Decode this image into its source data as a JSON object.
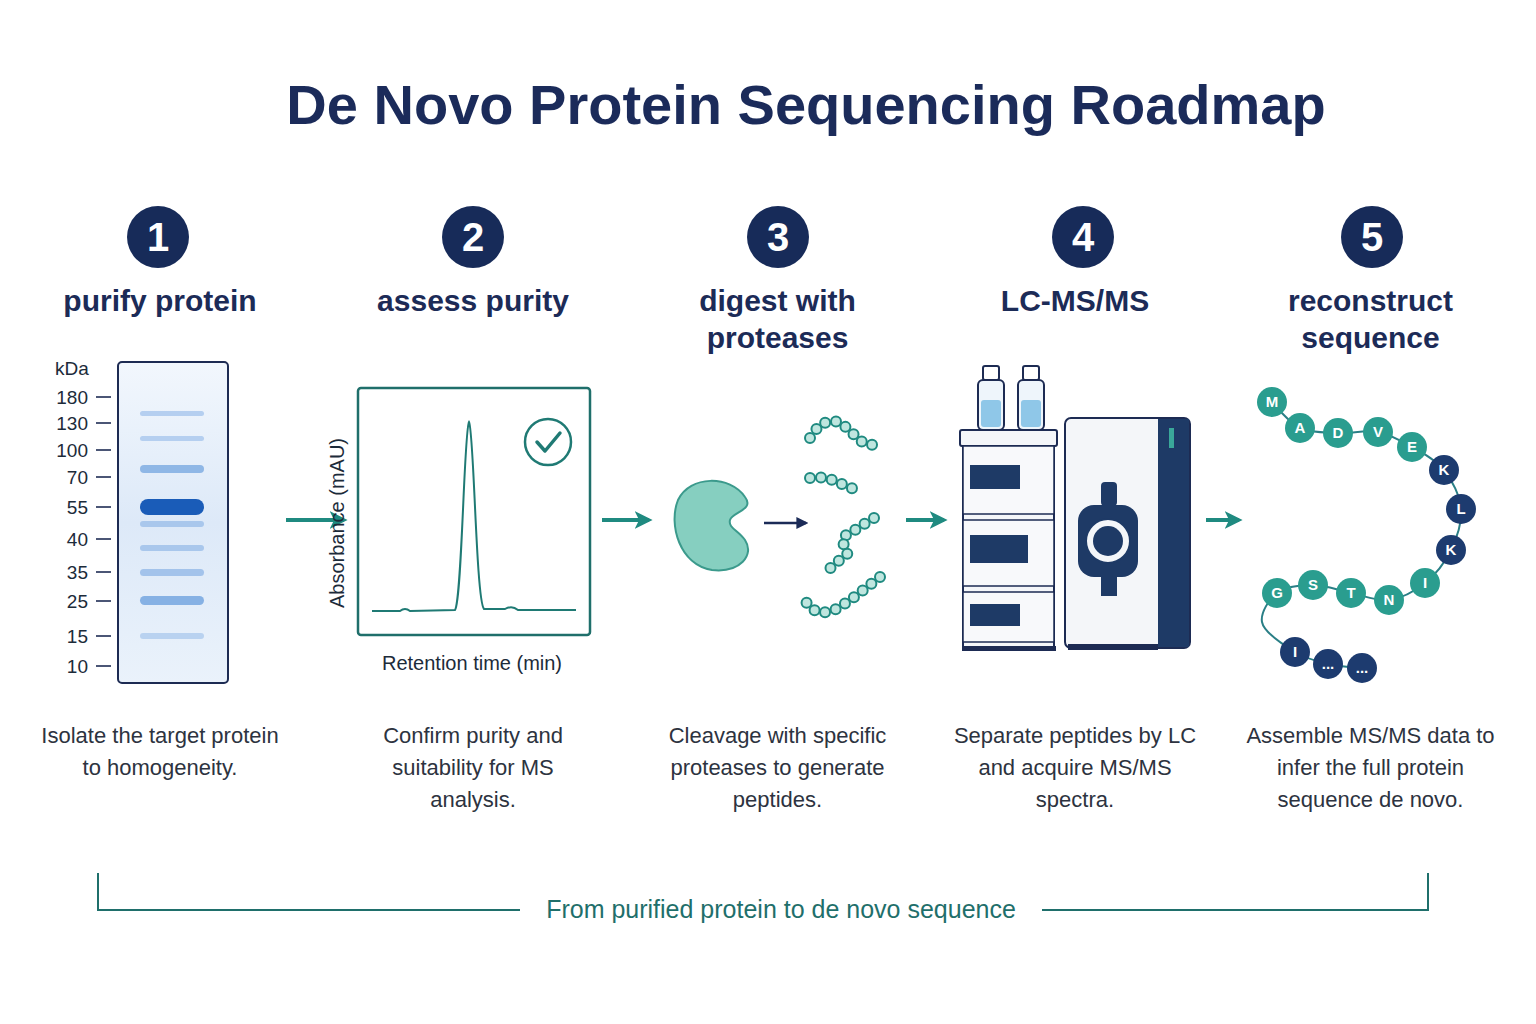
{
  "diagram": {
    "title": "De Novo Protein Sequencing Roadmap",
    "nodes": [
      {
        "text": [
          "1"
        ]
      },
      {
        "text": [
          "purify protein",
          "Isolate the target protein to homogeneity."
        ]
      },
      {
        "text": [
          "2"
        ]
      },
      {
        "text": [
          "assess purity",
          "Confirm purity and suitability for MS analysis."
        ]
      },
      {
        "text": [
          "3"
        ]
      },
      {
        "text": [
          "digest with proteases",
          "Cleavage with specific proteases to generate peptides."
        ]
      },
      {
        "text": [
          "4"
        ]
      },
      {
        "text": [
          "LC-MS/MS",
          "Separate peptides by LC and acquire MS/MS spectra."
        ]
      },
      {
        "text": [
          "5"
        ]
      },
      {
        "text": [
          "reconstruct sequence",
          "Assemble MS/MS data to infer the full protein sequence de novo."
        ]
      },
      {
        "text": [
          "M"
        ],
        "in": 9
      },
      {
        "text": [
          "A"
        ],
        "in": 9
      },
      {
        "text": [
          "D"
        ],
        "in": 9
      },
      {
        "text": [
          "V"
        ],
        "in": 9
      },
      {
        "text": [
          "E"
        ],
        "in": 9
      },
      {
        "text": [
          "K"
        ],
        "in": 9
      },
      {
        "text": [
          "L"
        ],
        "in": 9
      },
      {
        "text": [
          "K"
        ],
        "in": 9
      },
      {
        "text": [
          "I"
        ],
        "in": 9
      },
      {
        "text": [
          "N"
        ],
        "in": 9
      },
      {
        "text": [
          "T"
        ],
        "in": 9
      },
      {
        "text": [
          "S"
        ],
        "in": 9
      },
      {
        "text": [
          "G"
        ],
        "in": 9
      },
      {
        "text": [
          "I"
        ],
        "in": 9
      },
      {
        "text": [
          "..."
        ],
        "in": 9
      },
      {
        "text": [
          "..."
        ],
        "in": 9
      }
    ],
    "edges": [
      {
        "from": 1,
        "to": 3,
        "arrow": "to"
      },
      {
        "from": 3,
        "to": 5,
        "arrow": "to"
      },
      {
        "from": 5,
        "to": 7,
        "arrow": "to"
      },
      {
        "from": 7,
        "to": 9,
        "arrow": "to"
      }
    ],
    "labels": [
      "kDa",
      "180",
      "130",
      "100",
      "70",
      "55",
      "40",
      "35",
      "25",
      "15",
      "10",
      "Absorbance (mAU)",
      "Retention time (min)",
      "From purified protein to de novo sequence"
    ]
  }
}
